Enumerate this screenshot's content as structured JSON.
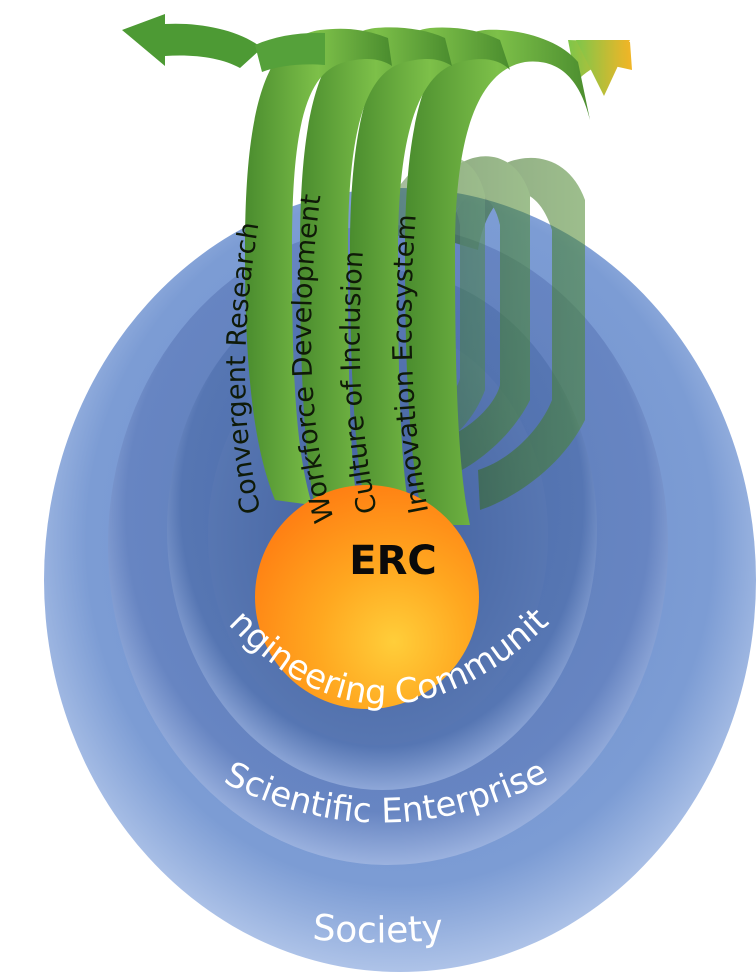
{
  "core": {
    "label": "ERC",
    "color": "#ffa41a"
  },
  "rings": [
    {
      "label": "Engineering Community",
      "color": "#5577b0"
    },
    {
      "label": "Scientific Enterprise",
      "color": "#6b8cc6"
    },
    {
      "label": "Society",
      "color": "#7f9fd6"
    }
  ],
  "arrows": [
    {
      "label": "Convergent Research",
      "color": "#58a03c"
    },
    {
      "label": "Workforce Development",
      "color": "#58a03c"
    },
    {
      "label": "Culture of Inclusion",
      "color": "#58a03c"
    },
    {
      "label": "Innovation Ecosystem",
      "color": "#58a03c"
    }
  ]
}
